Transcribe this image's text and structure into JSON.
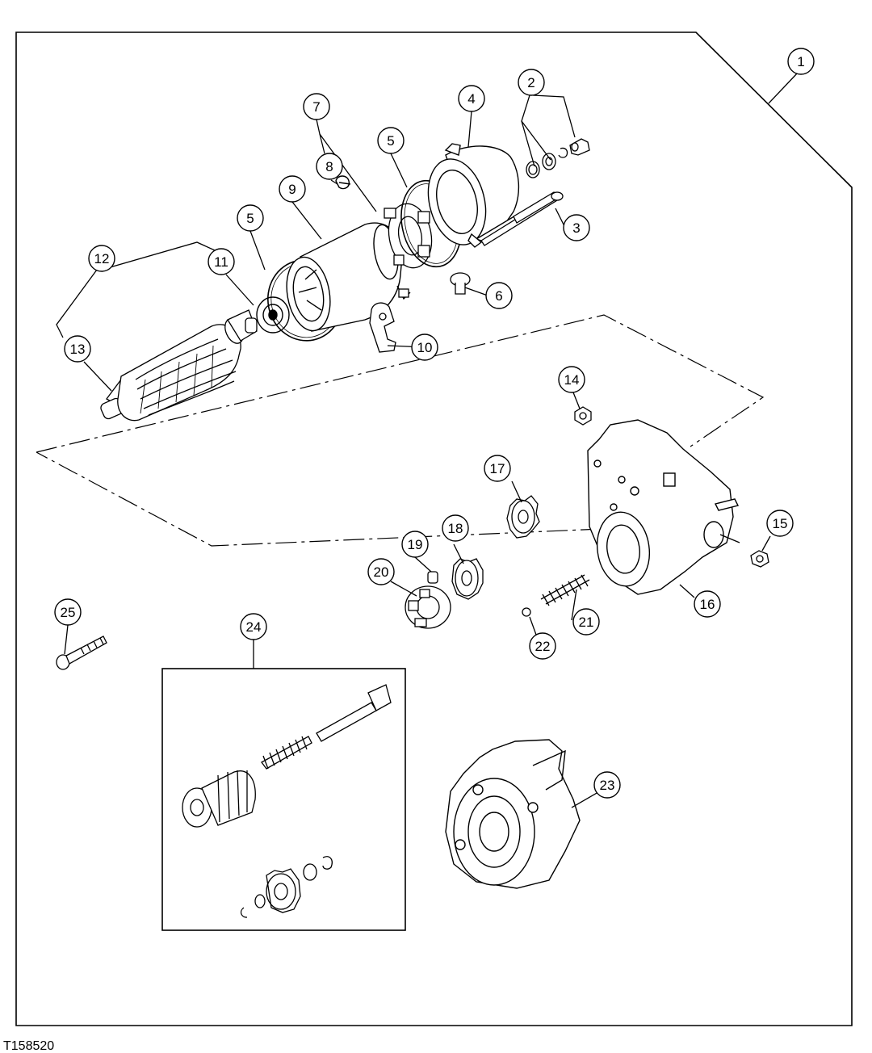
{
  "figure_id": "T158520",
  "callouts": [
    {
      "num": "1"
    },
    {
      "num": "2"
    },
    {
      "num": "3"
    },
    {
      "num": "4"
    },
    {
      "num": "5"
    },
    {
      "num": "5"
    },
    {
      "num": "6"
    },
    {
      "num": "7"
    },
    {
      "num": "8"
    },
    {
      "num": "9"
    },
    {
      "num": "10"
    },
    {
      "num": "11"
    },
    {
      "num": "12"
    },
    {
      "num": "13"
    },
    {
      "num": "14"
    },
    {
      "num": "15"
    },
    {
      "num": "16"
    },
    {
      "num": "17"
    },
    {
      "num": "18"
    },
    {
      "num": "19"
    },
    {
      "num": "20"
    },
    {
      "num": "21"
    },
    {
      "num": "22"
    },
    {
      "num": "23"
    },
    {
      "num": "24"
    },
    {
      "num": "25"
    }
  ]
}
